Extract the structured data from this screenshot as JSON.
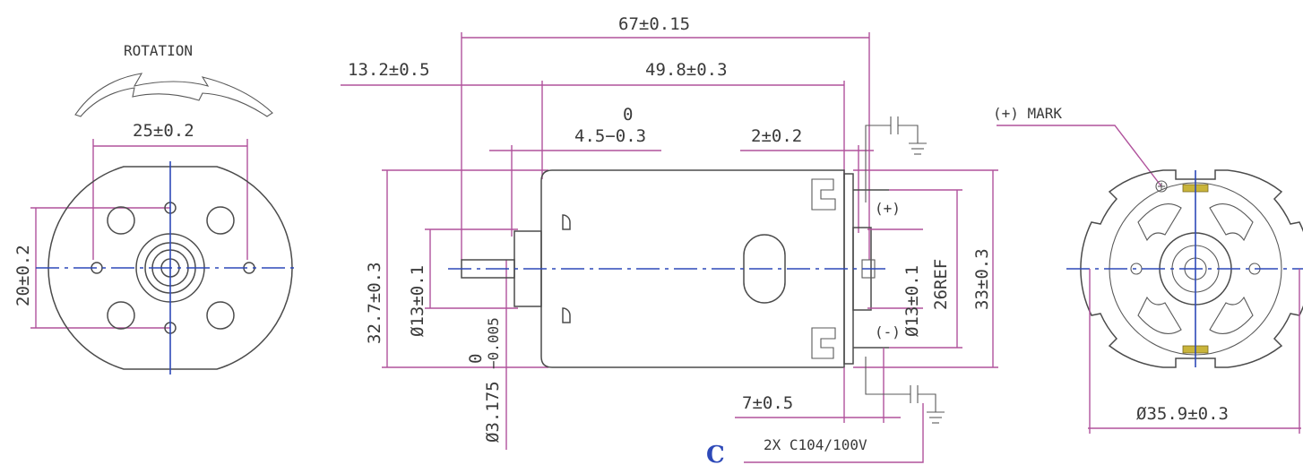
{
  "rotation_label": "ROTATION",
  "front_view": {
    "dim_hole_spacing_h": "25±0.2",
    "dim_hole_spacing_v": "20±0.2"
  },
  "side_view": {
    "dim_overall_length": "67±0.15",
    "dim_shaft_extension": "13.2±0.5",
    "dim_body_length": "49.8±0.3",
    "dim_boss_length_upper": "0",
    "dim_boss_length_lower": "4.5−0.3",
    "dim_endcap": "2±0.2",
    "dim_body_diameter": "32.7±0.3",
    "dim_boss_diameter_front": "Ø13±0.1",
    "dim_boss_diameter_rear": "Ø13±0.1",
    "dim_terminal_spacing": "26REF",
    "dim_endcap_height": "33±0.3",
    "dim_shaft_tol_upper": "0",
    "dim_shaft_tol_lower": "−0.005",
    "dim_shaft_diameter": "Ø3.175",
    "dim_terminal_offset": "7±0.5",
    "terminal_plus": "(+)",
    "terminal_minus": "(-)",
    "capacitor_note": "2X C104/100V",
    "capacitor_symbol": "C"
  },
  "rear_view": {
    "mark_label": "(+) MARK",
    "dim_outer_diameter": "Ø35.9±0.3"
  }
}
